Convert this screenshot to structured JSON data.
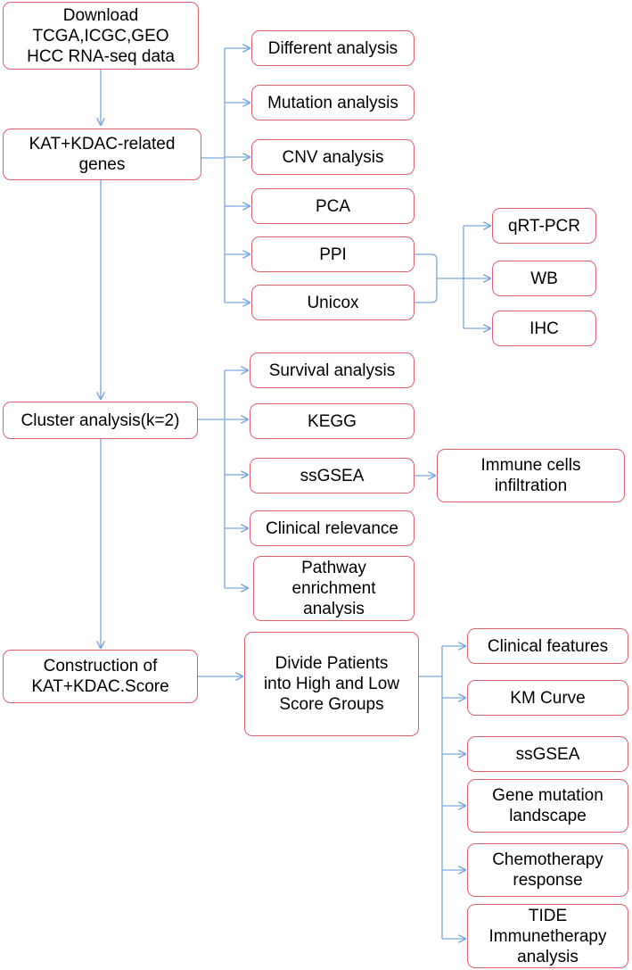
{
  "colors": {
    "box_border": "#e0606e",
    "arrow": "#7aa6dd"
  },
  "boxes": {
    "download": [
      "Download",
      "TCGA,ICGC,GEO",
      "HCC RNA-seq data"
    ],
    "kat_genes": [
      "KAT+KDAC-related",
      "genes"
    ],
    "different": [
      "Different analysis"
    ],
    "mutation": [
      "Mutation analysis"
    ],
    "cnv": [
      "CNV analysis"
    ],
    "pca": [
      "PCA"
    ],
    "ppi": [
      "PPI"
    ],
    "unicox": [
      "Unicox"
    ],
    "qrtpcr": [
      "qRT-PCR"
    ],
    "wb": [
      "WB"
    ],
    "ihc": [
      "IHC"
    ],
    "cluster": [
      "Cluster analysis(k=2)"
    ],
    "survival": [
      "Survival analysis"
    ],
    "kegg": [
      "KEGG"
    ],
    "ssgsea1": [
      "ssGSEA"
    ],
    "immune": [
      "Immune cells",
      "infiltration"
    ],
    "clinical_rel": [
      "Clinical relevance"
    ],
    "pathway": [
      "Pathway",
      "enrichment",
      "analysis"
    ],
    "construction": [
      "Construction of",
      "KAT+KDAC.Score"
    ],
    "divide": [
      "Divide Patients",
      "into High and Low",
      "Score Groups"
    ],
    "clinical_feat": [
      "Clinical features"
    ],
    "km": [
      "KM Curve"
    ],
    "ssgsea2": [
      "ssGSEA"
    ],
    "gene_mut": [
      "Gene mutation",
      "landscape"
    ],
    "chemo": [
      "Chemotherapy",
      "response"
    ],
    "tide": [
      "TIDE",
      "Immunetherapy",
      "analysis"
    ]
  }
}
